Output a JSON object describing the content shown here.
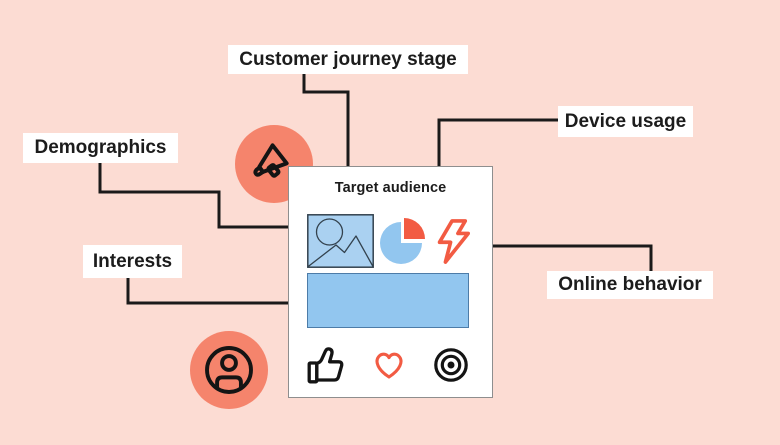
{
  "diagram": {
    "center_card": {
      "title": "Target audience",
      "icon_names": [
        "image-placeholder-icon",
        "pie-chart-icon",
        "lightning-bolt-icon",
        "content-block",
        "thumbs-up-icon",
        "heart-icon",
        "target-icon"
      ]
    },
    "labels": {
      "customer_journey": "Customer journey stage",
      "device_usage": "Device usage",
      "demographics": "Demographics",
      "interests": "Interests",
      "online_behavior": "Online behavior"
    },
    "badges": {
      "top": "megaphone-icon",
      "bottom": "person-icon"
    },
    "colors": {
      "background": "#fcdcd3",
      "card_bg": "#ffffff",
      "line": "#1a1a1a",
      "soft_coral": "#f5846c",
      "accent_coral": "#f25b43",
      "blue": "#92c6ef",
      "light_blue": "#aad1f1",
      "text": "#1c1c1c"
    }
  }
}
